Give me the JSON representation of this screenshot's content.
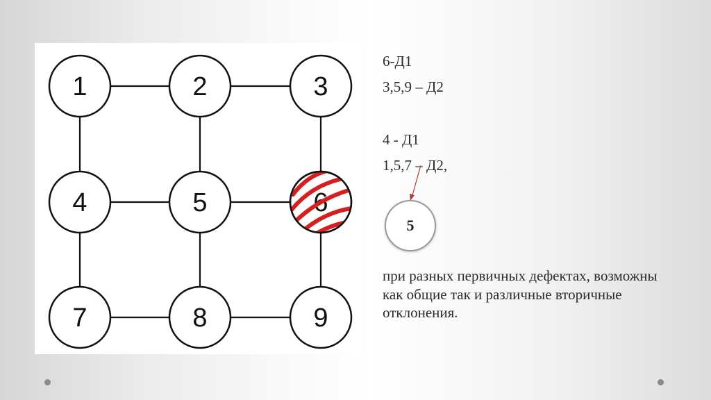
{
  "diagram": {
    "nodes": [
      {
        "id": "1",
        "label": "1",
        "status": "normal"
      },
      {
        "id": "2",
        "label": "2",
        "status": "normal"
      },
      {
        "id": "3",
        "label": "3",
        "status": "normal"
      },
      {
        "id": "4",
        "label": "4",
        "status": "normal"
      },
      {
        "id": "5",
        "label": "5",
        "status": "normal"
      },
      {
        "id": "6",
        "label": "6",
        "status": "hatched"
      },
      {
        "id": "7",
        "label": "7",
        "status": "normal"
      },
      {
        "id": "8",
        "label": "8",
        "status": "normal"
      },
      {
        "id": "9",
        "label": "9",
        "status": "normal"
      }
    ],
    "edges": [
      [
        "1",
        "2"
      ],
      [
        "2",
        "3"
      ],
      [
        "4",
        "5"
      ],
      [
        "5",
        "6"
      ],
      [
        "7",
        "8"
      ],
      [
        "8",
        "9"
      ],
      [
        "1",
        "4"
      ],
      [
        "4",
        "7"
      ],
      [
        "2",
        "5"
      ],
      [
        "5",
        "8"
      ],
      [
        "3",
        "6"
      ],
      [
        "6",
        "9"
      ]
    ],
    "hatch_color": "#d42020"
  },
  "notes": {
    "line1": "6-Д1",
    "line2": "3,5,9 – Д2",
    "line3": "4 - Д1",
    "line4": "1,5,7 – Д2,"
  },
  "badge": {
    "label": "5"
  },
  "description": "при разных первичных дефектах, возможны как общие так и различные вторичные отклонения.",
  "colors": {
    "arrow": "#b03a3a",
    "badge_border": "#9a9a9a"
  }
}
